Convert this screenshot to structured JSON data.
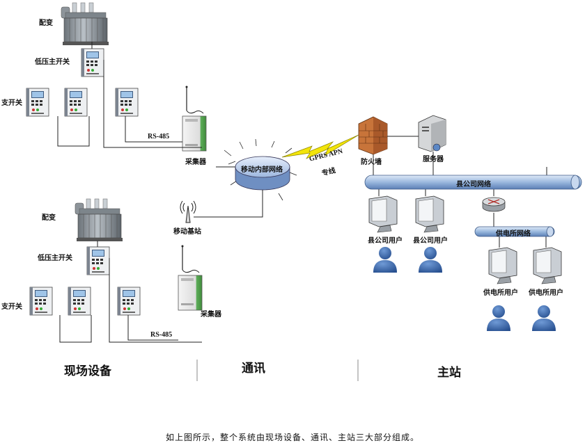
{
  "field": {
    "top": {
      "transformer_label": "配变",
      "main_switch_label": "低压主开关",
      "branch_switch_label": "支开关",
      "bus_label": "RS-485",
      "collector_label": "采集器"
    },
    "bottom": {
      "transformer_label": "配变",
      "main_switch_label": "低压主开关",
      "branch_switch_label": "支开关",
      "bus_label": "RS-485",
      "collector_label": "采集器"
    }
  },
  "comm": {
    "network_label": "移动内部网络",
    "link_label_line1": "GPRS APN",
    "link_label_line2": "专线",
    "base_station_label": "移动基站"
  },
  "master": {
    "firewall_label": "防火墙",
    "server_label": "服务器",
    "county_network_label": "县公司网络",
    "county_users": [
      "县公司用户",
      "县公司用户"
    ],
    "supply_network_label": "供电所网络",
    "supply_users": [
      "供电所用户",
      "供电所用户"
    ]
  },
  "sections": {
    "field": "现场设备",
    "comm": "通讯",
    "master": "主站"
  },
  "caption": "如上图所示，整个系统由现场设备、通讯、主站三大部分组成。",
  "colors": {
    "pipe": "#8fb0d8",
    "cloud": "#98b4dc",
    "firewall": "#c8743a",
    "bolt": "#f2e40a",
    "user": "#3f6fb0"
  }
}
